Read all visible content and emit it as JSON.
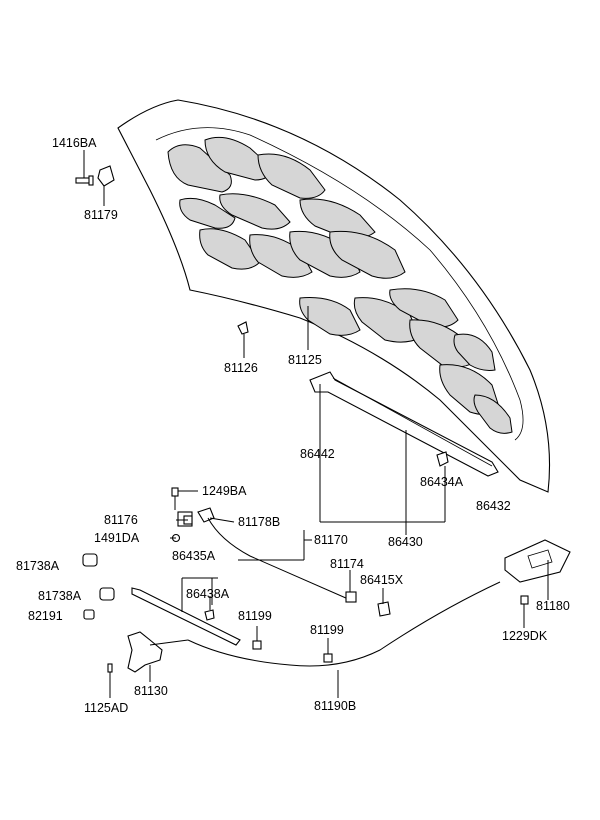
{
  "labels": {
    "p1416BA": "1416BA",
    "p81179": "81179",
    "p81126": "81126",
    "p81125": "81125",
    "p86442": "86442",
    "p86434A": "86434A",
    "p86432": "86432",
    "p86430": "86430",
    "p1249BA": "1249BA",
    "p81176": "81176",
    "p81178B": "81178B",
    "p1491DA": "1491DA",
    "p81170": "81170",
    "p86435A": "86435A",
    "p81738A_1": "81738A",
    "p81174": "81174",
    "p86415X": "86415X",
    "p81738A_2": "81738A",
    "p86438A": "86438A",
    "p82191": "82191",
    "p81199_1": "81199",
    "p81199_2": "81199",
    "p81180": "81180",
    "p1229DK": "1229DK",
    "p1125AD": "1125AD",
    "p81130": "81130",
    "p81190B": "81190B"
  }
}
